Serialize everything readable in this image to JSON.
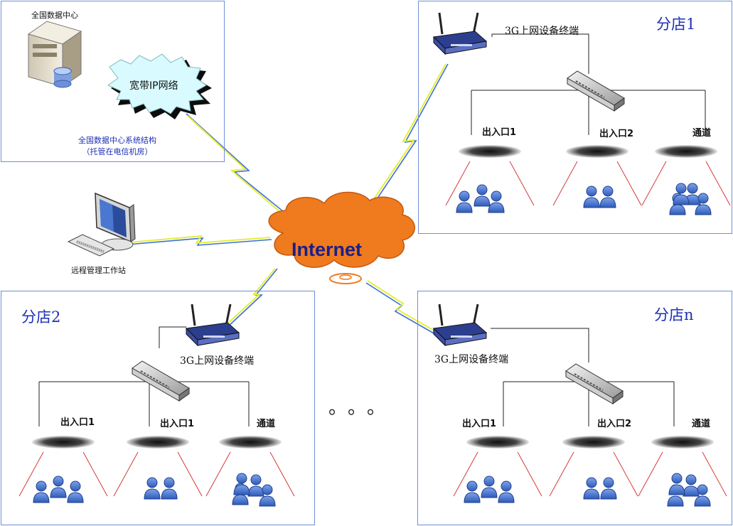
{
  "data_center": {
    "server_label": "全国数据中心",
    "cloud_label": "宽带IP网络",
    "caption_line1": "全国数据中心系统结构",
    "caption_line2": "（托管在电信机房）"
  },
  "workstation": {
    "label": "远程管理工作站"
  },
  "internet": {
    "label": "Internet"
  },
  "stores": [
    {
      "id": "store-1",
      "title": "分店1",
      "terminal": "3G上网设备终端",
      "gates": [
        "出入口1",
        "出入口2",
        "通道"
      ]
    },
    {
      "id": "store-2",
      "title": "分店2",
      "terminal": "3G上网设备终端",
      "gates": [
        "出入口1",
        "出入口1",
        "通道"
      ]
    },
    {
      "id": "store-n",
      "title": "分店n",
      "terminal": "3G上网设备终端",
      "gates": [
        "出入口1",
        "出入口2",
        "通道"
      ]
    }
  ],
  "ellipsis": "。。。",
  "colors": {
    "panel_border": "#6f8fd6",
    "store_title": "#1c2fb4",
    "internet_cloud": "#f07a1e",
    "internet_text": "#1a1f8a",
    "lightning": "#e6ee3a",
    "link_line": "#3b6fd6",
    "detector_beam": "#d63a3a",
    "people": "#3f6fd0"
  }
}
